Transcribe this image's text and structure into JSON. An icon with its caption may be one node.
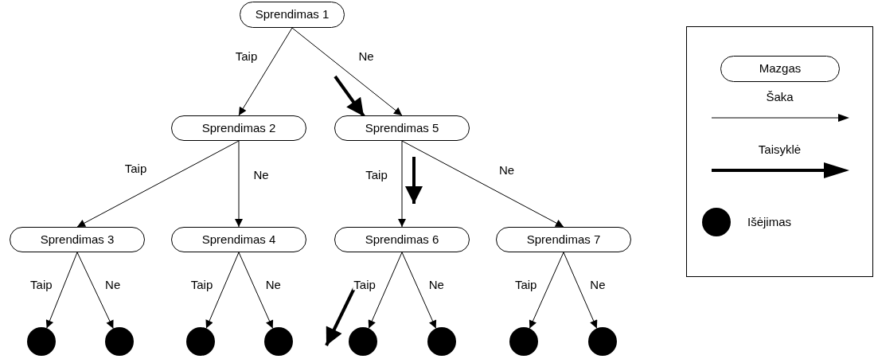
{
  "diagram": {
    "nodes": [
      {
        "text": [
          "Sprendimas 1"
        ]
      },
      {
        "text": [
          "Sprendimas 2"
        ]
      },
      {
        "text": [
          "Sprendimas 5"
        ]
      },
      {
        "text": [
          "Sprendimas 3"
        ]
      },
      {
        "text": [
          "Sprendimas 4"
        ]
      },
      {
        "text": [
          "Sprendimas 6"
        ]
      },
      {
        "text": [
          "Sprendimas 7"
        ]
      },
      {
        "text": [],
        "shape": "circle"
      },
      {
        "text": [],
        "shape": "circle"
      },
      {
        "text": [],
        "shape": "circle"
      },
      {
        "text": [],
        "shape": "circle"
      },
      {
        "text": [],
        "shape": "circle"
      },
      {
        "text": [],
        "shape": "circle"
      },
      {
        "text": [],
        "shape": "circle"
      },
      {
        "text": [],
        "shape": "circle"
      }
    ],
    "edges": [
      {
        "from": 0,
        "to": 1,
        "arrow": "to",
        "label": "Taip"
      },
      {
        "from": 0,
        "to": 2,
        "arrow": "to",
        "label": "Ne"
      },
      {
        "from": 1,
        "to": 3,
        "arrow": "to",
        "label": "Taip"
      },
      {
        "from": 1,
        "to": 4,
        "arrow": "to",
        "label": "Ne"
      },
      {
        "from": 2,
        "to": 5,
        "arrow": "to",
        "label": "Taip"
      },
      {
        "from": 2,
        "to": 6,
        "arrow": "to",
        "label": "Ne"
      },
      {
        "from": 3,
        "to": 7,
        "arrow": "to",
        "label": "Taip"
      },
      {
        "from": 3,
        "to": 8,
        "arrow": "to",
        "label": "Ne"
      },
      {
        "from": 4,
        "to": 9,
        "arrow": "to",
        "label": "Taip"
      },
      {
        "from": 4,
        "to": 10,
        "arrow": "to",
        "label": "Ne"
      },
      {
        "from": 5,
        "to": 11,
        "arrow": "to",
        "label": "Taip"
      },
      {
        "from": 5,
        "to": 12,
        "arrow": "to",
        "label": "Ne"
      },
      {
        "from": 6,
        "to": 13,
        "arrow": "to",
        "label": "Taip"
      },
      {
        "from": 6,
        "to": 14,
        "arrow": "to",
        "label": "Ne"
      }
    ],
    "legend": [
      {
        "text": "Mazgas"
      },
      {
        "text": "Šaka"
      },
      {
        "text": "Taisyklė"
      },
      {
        "text": "Išėjimas"
      }
    ]
  }
}
